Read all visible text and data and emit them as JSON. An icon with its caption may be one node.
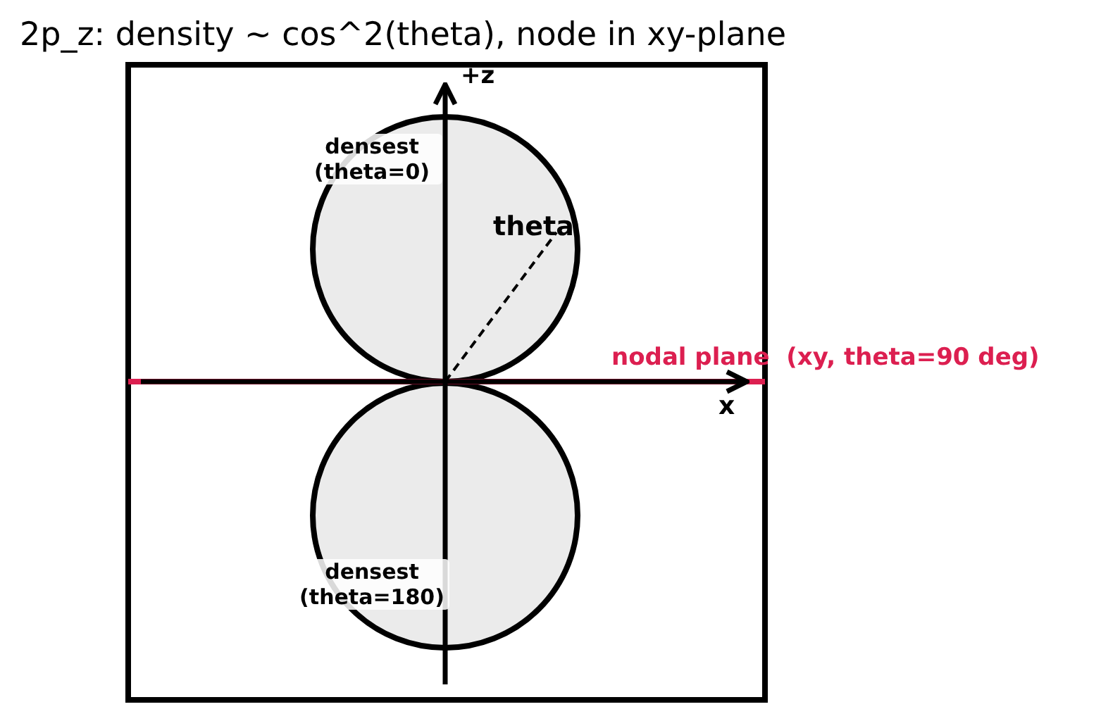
{
  "diagram": {
    "title": "2p_z: density ~ cos^2(theta), node in xy-plane",
    "labels": [
      "+z",
      "densest (theta=0)",
      "theta",
      "nodal plane  (xy, theta=90 deg)",
      "x",
      "densest (theta=180)"
    ]
  }
}
